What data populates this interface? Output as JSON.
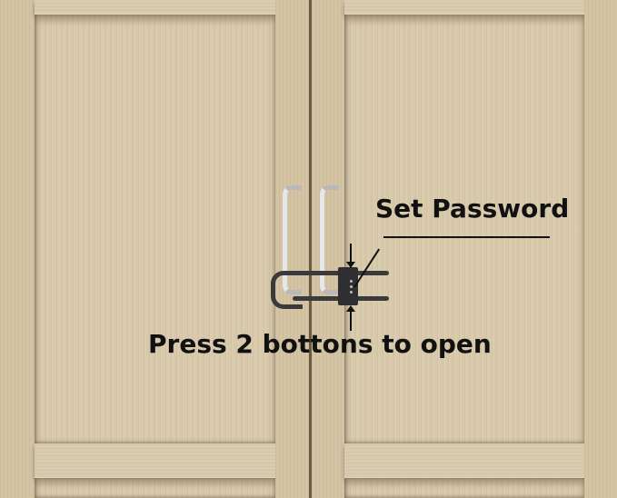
{
  "image": {
    "subject": "Double cabinet doors with chrome U-handles secured by a black sliding child-safety lock",
    "colors": {
      "wood": "#d6c7a8",
      "lock": "#2f2f31",
      "handle": "#c8c9cb",
      "text": "#111111"
    }
  },
  "annotations": {
    "top_label": "Set Password",
    "bottom_label": "Press 2 bottons to open"
  }
}
